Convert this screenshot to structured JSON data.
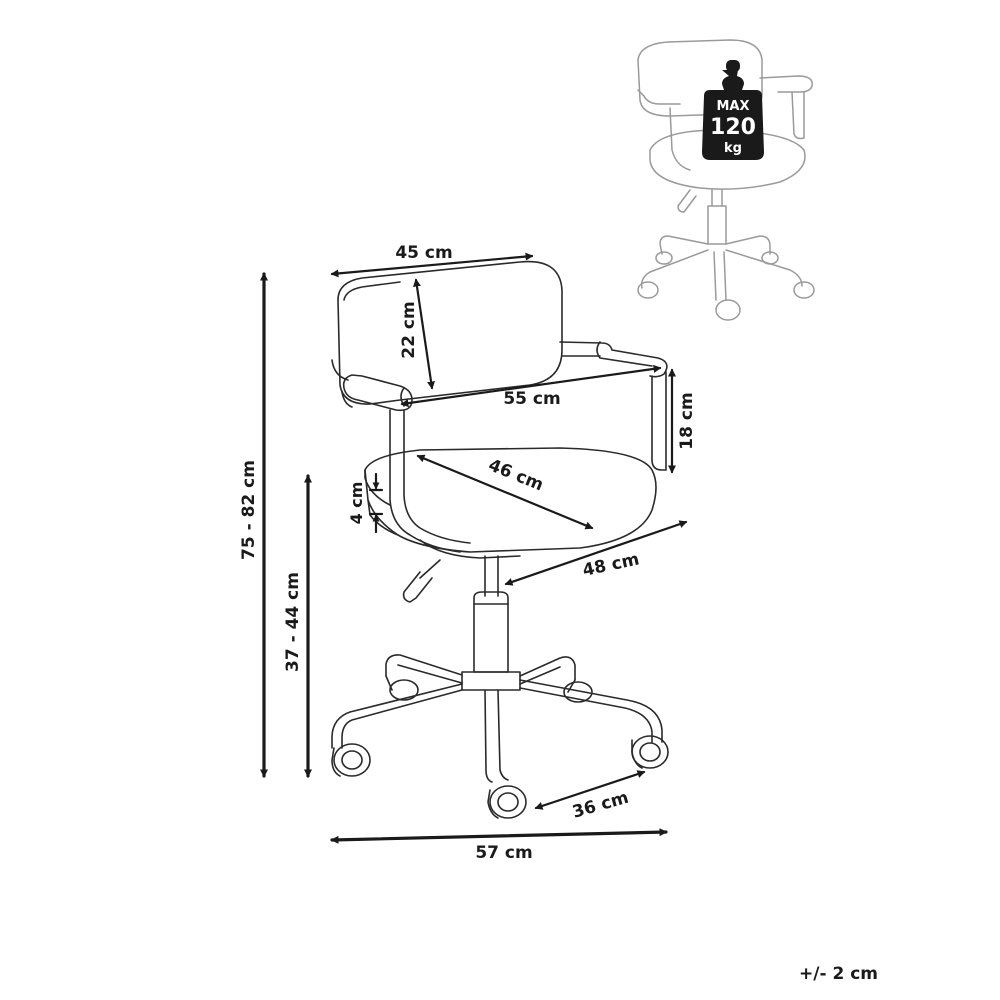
{
  "dimensions": {
    "backrest_width": "45 cm",
    "backrest_height": "22 cm",
    "armrest_span": "55 cm",
    "armrest_height": "18 cm",
    "seat_depth_diagonal": "46 cm",
    "seat_thickness": "4 cm",
    "seat_width": "48 cm",
    "total_height": "75 - 82 cm",
    "seat_height": "37 - 44 cm",
    "leg_length": "36 cm",
    "base_width": "57 cm"
  },
  "tolerance": "+/- 2 cm",
  "weight_badge": {
    "line1": "MAX",
    "line2": "120",
    "line3": "kg"
  }
}
